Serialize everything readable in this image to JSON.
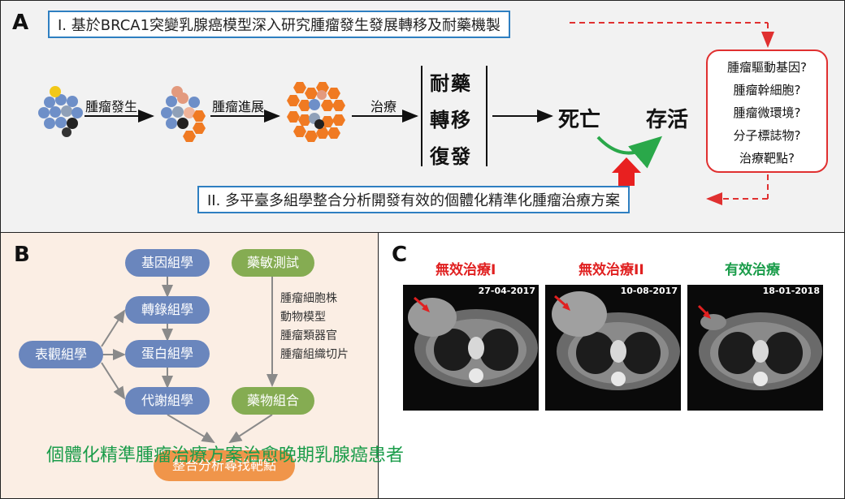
{
  "panel_a": {
    "label": "A",
    "top_box": "I. 基於BRCA1突變乳腺癌模型深入研究腫瘤發生發展轉移及耐藥機製",
    "bottom_box": "II. 多平臺多組學整合分析開發有效的個體化精準化腫瘤治療方案",
    "arrow_1": "腫瘤發生",
    "arrow_2": "腫瘤進展",
    "arrow_3": "治療",
    "middle": [
      "耐藥",
      "轉移",
      "復發"
    ],
    "death": "死亡",
    "survival": "存活",
    "questions": [
      "腫瘤驅動基因?",
      "腫瘤幹細胞?",
      "腫瘤微環境?",
      "分子標誌物?",
      "治療靶點?"
    ]
  },
  "panel_b": {
    "label": "B",
    "genomics": "基因組學",
    "transcriptomics": "轉錄組學",
    "proteomics": "蛋白組學",
    "metabolomics": "代謝組學",
    "epigenomics": "表觀組學",
    "drug_test": "藥敏測試",
    "drug_models": [
      "腫瘤細胞株",
      "動物模型",
      "腫瘤類器官",
      "腫瘤組織切片"
    ],
    "drug_combo": "藥物組合",
    "integrate": "整合分析尋找靶點"
  },
  "panel_c": {
    "label": "C",
    "scans": [
      {
        "title": "無效治療I",
        "date": "27-04-2017",
        "title_color": "#e02020"
      },
      {
        "title": "無效治療II",
        "date": "10-08-2017",
        "title_color": "#e02020"
      },
      {
        "title": "有效治療",
        "date": "18-01-2018",
        "title_color": "#1a9c4a"
      }
    ],
    "caption": "個體化精準腫瘤治療方案治愈晚期乳腺癌患者"
  }
}
